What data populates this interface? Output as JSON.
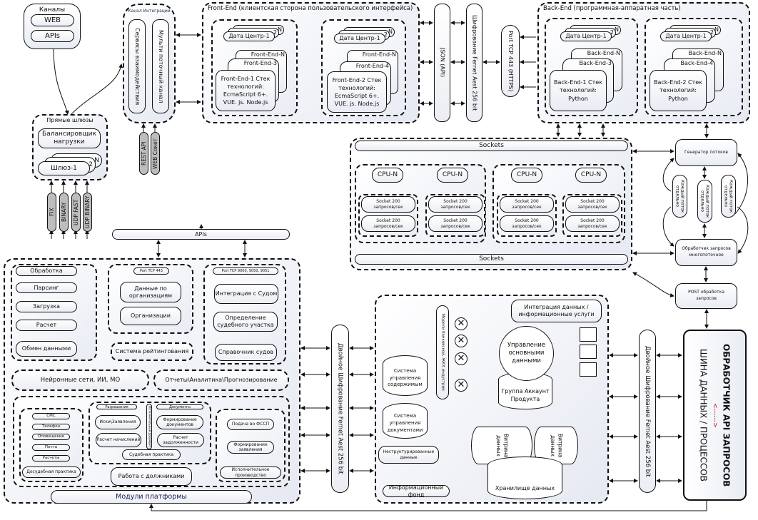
{
  "channels": {
    "title": "Каналы",
    "items": [
      "WEB",
      "APIs"
    ]
  },
  "gateways": {
    "title": "Прямые шлюзы",
    "balancer": "Балансировщик нагрузки",
    "gateway": "Шлюз-1",
    "stack_2": "2",
    "stack_n": "N"
  },
  "protocols": [
    "FIX",
    "BINARY",
    "UDP FAST",
    "UDP BINARY"
  ],
  "integration_channel": {
    "title": "Канал Интеграции",
    "items": [
      "Сервисы взаимодействия",
      "Мульти поточный канал"
    ],
    "protocols": [
      "REST API",
      "WEB Сокет"
    ]
  },
  "frontend": {
    "title": "Front-End (клиентская сторона пользовательского интерфейса)",
    "datacenter": "Дата Центр-1",
    "stack_2": "2",
    "stack_n": "N",
    "left": {
      "n": "Front-End-N",
      "mid": "Front-End-3",
      "main": "Front-End-1 Стек технологий: EcmaScript 6+. VUE. js. Node.js"
    },
    "right": {
      "n": "Front-End-N",
      "mid": "Front-End-4",
      "main": "Front-End-2 Стек технологий: EcmaScript 6+. VUE. js. Node.js"
    }
  },
  "json_api": "JSON (API)",
  "encryption": "Шифрование Fernet Aest 256 bit",
  "port_443": "Port TCP 443 (HTTPS)",
  "backend": {
    "title": "Back-End (программная-аппаратная часть)",
    "datacenter": "Дата Центр-1",
    "stack_2": "2",
    "stack_n": "N",
    "left": {
      "n": "Back-End-N",
      "mid": "Back-End-3",
      "main": "Back-End-1 Стек технологий: Python"
    },
    "right": {
      "n": "Back-End-N",
      "mid": "Back-End-4",
      "main": "Back-End-2 Стек технологий: Python"
    }
  },
  "sockets": {
    "bar": "Sockets",
    "cpu": "CPU-N",
    "socket": "Socket 200 запросов/сек"
  },
  "threads": {
    "generator": "Генератор потоков",
    "thread": "Каждый поток отдельно",
    "handler": "Обработчик запросов многопоточное",
    "post": "POST обработка запросов"
  },
  "api_bar": "APIs",
  "modules": {
    "left": [
      "Обработка",
      "Парсинг",
      "Загрузка",
      "Расчет",
      "Обмен данными"
    ],
    "middle": {
      "port": "Port TCP 443",
      "items": [
        "Данные по организациям",
        "Организации"
      ]
    },
    "rating": "Система рейтингования",
    "right": {
      "port": "Port TCP 9000, 9050, 9051",
      "items": [
        "Интеграция с Судом",
        "Определение судебного участка",
        "Справочник судов"
      ]
    },
    "neural": "Нейронные сети, ИИ, МО",
    "reports": "Отчеты\\Аналитика\\Прогнозирование",
    "pretrial": {
      "items": [
        "СМС",
        "Телефон",
        "Оповещение",
        "Почта",
        "Расчеты"
      ],
      "title": "Досудебная практика"
    },
    "court": {
      "top_left": "Разрешения",
      "top_right": "Документы",
      "vertical": "Исполнительный документ",
      "items": [
        "Иски\\Заявления",
        "Расчет начислений",
        "Формирование документов",
        "Расчет задолженности"
      ],
      "title": "Судебная практика"
    },
    "enforcement": {
      "items": [
        "Подача во ФССП",
        "Формирование заявления"
      ],
      "title": "Исполнительное производство"
    },
    "debtors": "Работа с должниками",
    "footer": "Модули платформы"
  },
  "double_encryption": "Двойное Шифрование Fernet Aest 256 bit",
  "info_fund": {
    "title": "Информационный фонд",
    "integration": "Интеграция данных / информационные услуги",
    "models": "Модели банковской, ЖКХ индустрии",
    "mdm": "Управление основными данными",
    "account": "Группа Аккаунт Продукта",
    "cms": "Система управления содержимым",
    "dms": "Система управления документами",
    "unstructured": "Неструктурированные данные",
    "mart": "Витрина данных",
    "storage": "Хранилище данных"
  },
  "api_handler": {
    "title": "ОБРАБОТЧИК API ЗАПРОСОВ",
    "arrow": "<------>",
    "bus": "ШИНА ДАННЫХ / ПРОЦЕССОВ"
  }
}
